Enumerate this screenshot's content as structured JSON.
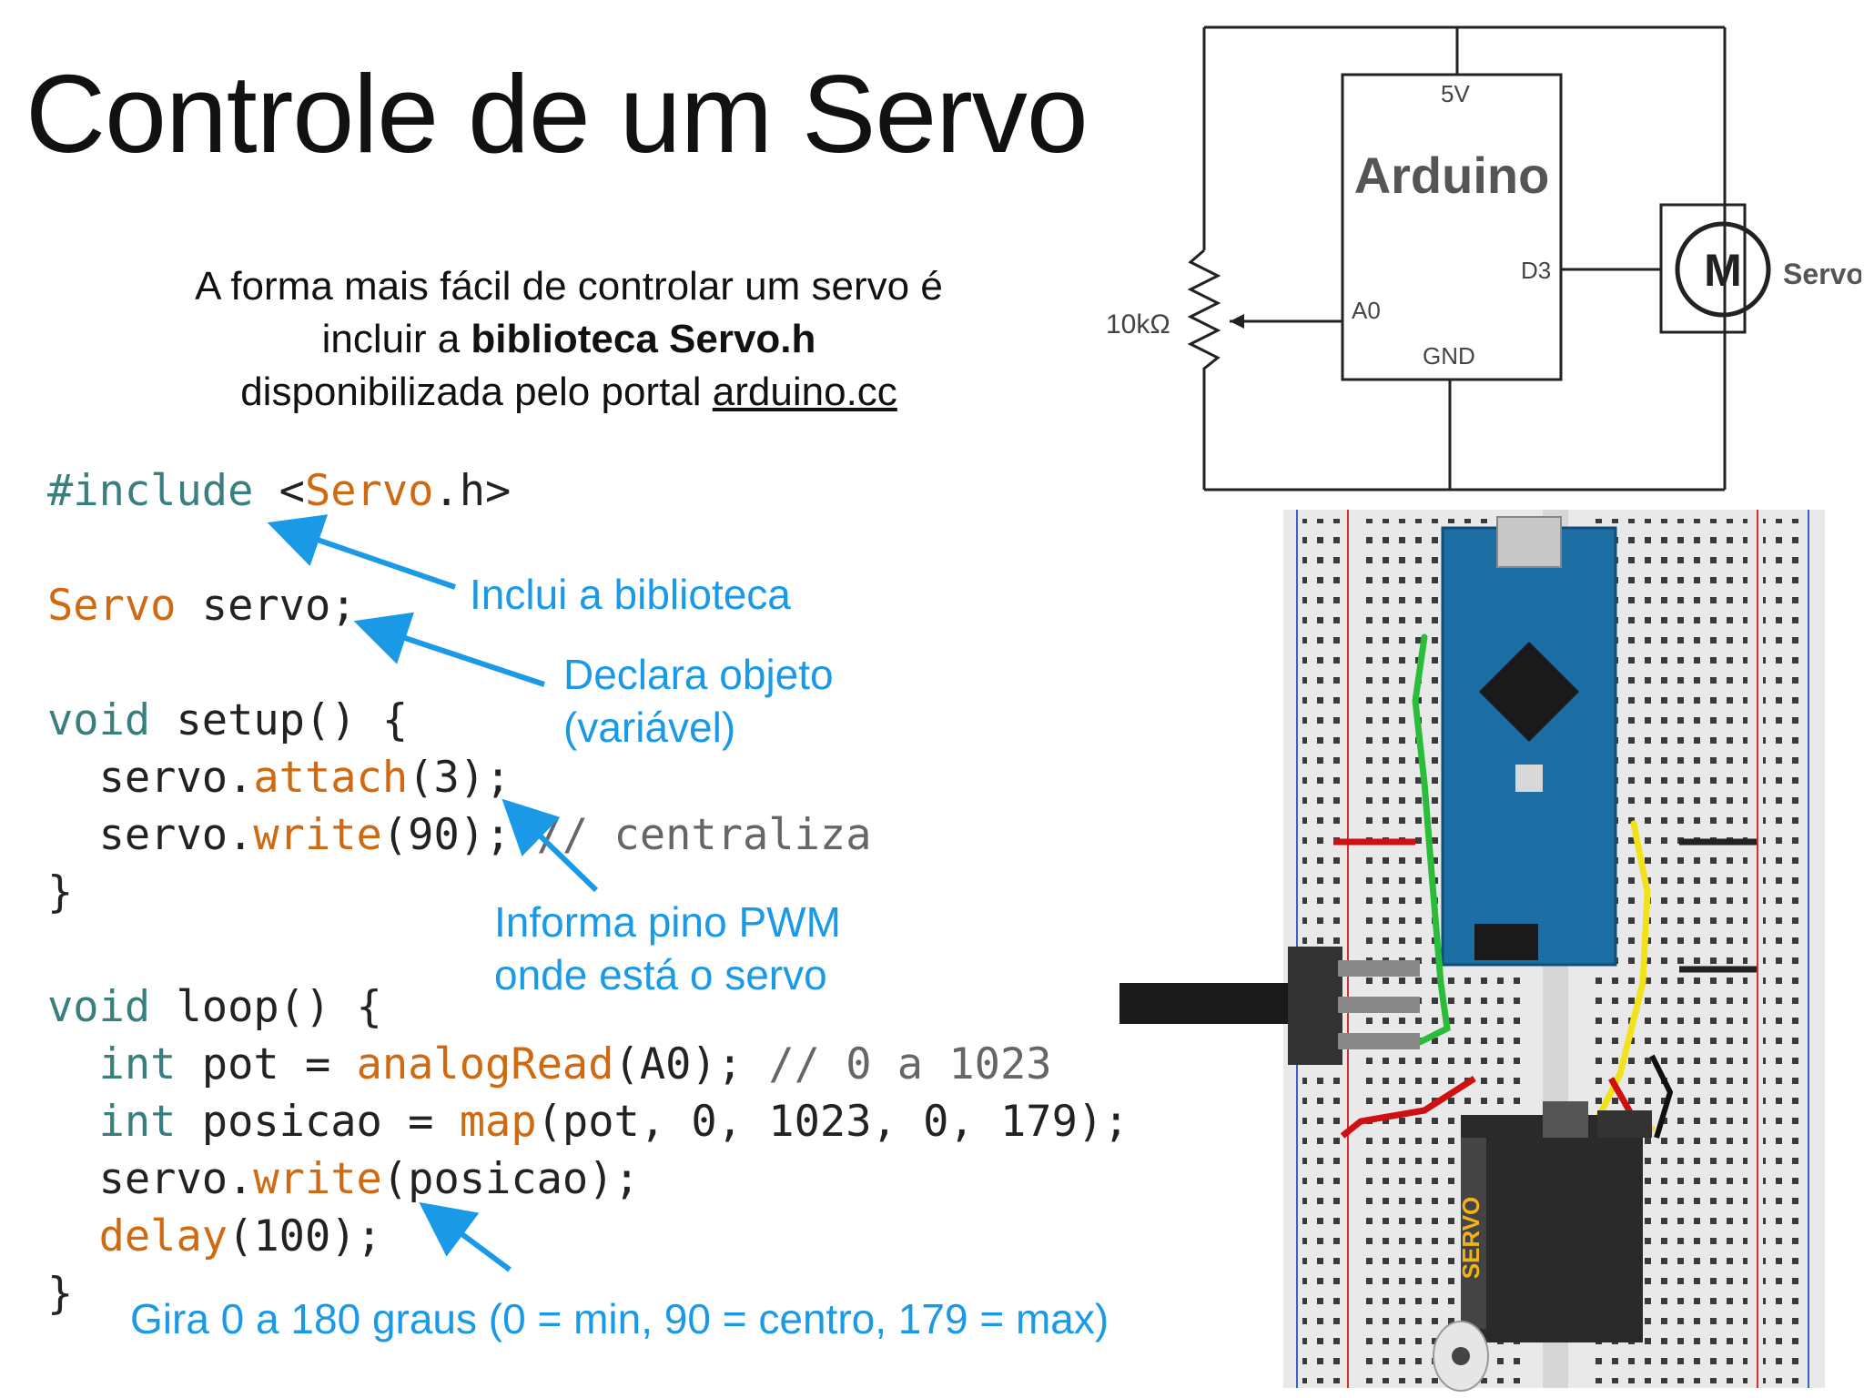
{
  "title": "Controle de um Servo",
  "intro": {
    "line1": "A forma mais fácil de controlar um servo é",
    "line2_prefix": "incluir a ",
    "line2_bold": "biblioteca Servo.h",
    "line3_prefix": "disponibilizada pelo portal ",
    "line3_link": "arduino.cc"
  },
  "code": {
    "include_directive": "#include",
    "include_open": " <",
    "include_class": "Servo",
    "include_ext": ".h>",
    "decl_class": "Servo",
    "decl_rest": " servo;",
    "setup_void": "void",
    "setup_rest": " setup() {",
    "attach_obj": "  servo.",
    "attach_fn": "attach",
    "attach_rest": "(3);",
    "write_obj": "  servo.",
    "write_fn": "write",
    "write_rest": "(90); ",
    "write_comment": "// centraliza",
    "close1": "}",
    "loop_void": "void",
    "loop_rest": " loop() {",
    "pot_int": "  int",
    "pot_mid": " pot = ",
    "pot_fn": "analogRead",
    "pot_rest": "(A0); ",
    "pot_comment": "// 0 a 1023",
    "pos_int": "  int",
    "pos_mid": " posicao = ",
    "pos_fn": "map",
    "pos_rest": "(pot, 0, 1023, 0, 179);",
    "w2_obj": "  servo.",
    "w2_fn": "write",
    "w2_rest": "(posicao);",
    "delay_indent": "  ",
    "delay_fn": "delay",
    "delay_rest": "(100);",
    "close2": "}"
  },
  "annotations": {
    "include": "Inclui a biblioteca",
    "declare_1": "Declara objeto",
    "declare_2": "(variável)",
    "pwm_1": "Informa pino PWM",
    "pwm_2": "onde está o servo",
    "rotate": "Gira 0 a 180 graus (0 = min, 90 = centro, 179 = max)"
  },
  "schematic": {
    "board": "Arduino",
    "pin_5v": "5V",
    "pin_a0": "A0",
    "pin_d3": "D3",
    "pin_gnd": "GND",
    "resistor": "10kΩ",
    "motor": "M",
    "servo": "Servo"
  },
  "breadboard": {
    "servo_label": "SERVO"
  },
  "colors": {
    "annotation": "#1a99e6",
    "keyword": "#3a7f7f",
    "function": "#cf6a12",
    "nano_board": "#1c6ea4",
    "wire_green": "#2bbd3a",
    "wire_red": "#d01010",
    "wire_yellow": "#f2e21a"
  }
}
